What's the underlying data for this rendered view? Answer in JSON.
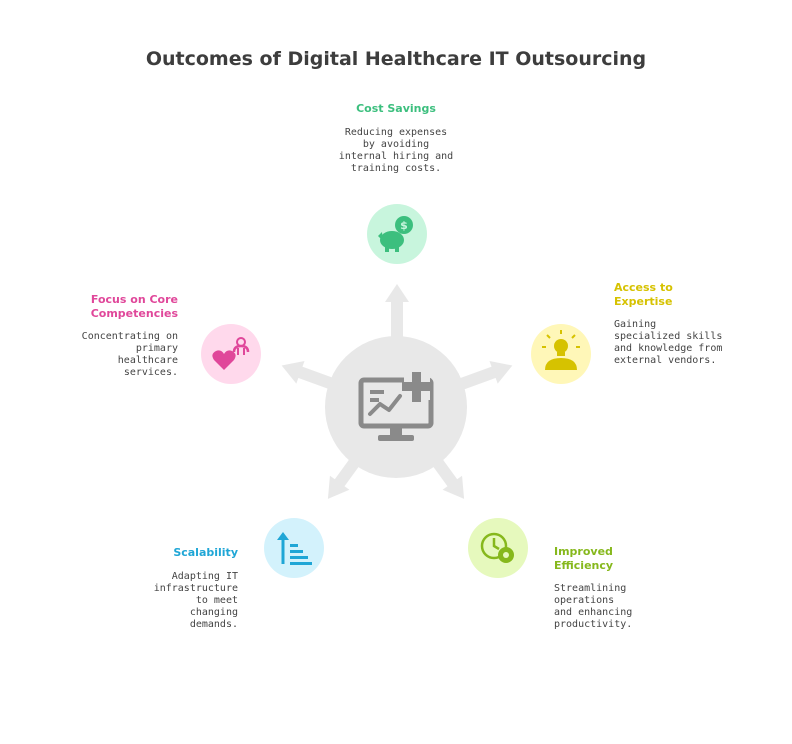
{
  "title": "Outcomes of Digital Healthcare IT Outsourcing",
  "center": {
    "icon": "monitor-medical-chart-icon"
  },
  "outcomes": [
    {
      "label": "Cost Savings",
      "description": "Reducing expenses by avoiding internal hiring and training costs.",
      "icon": "piggy-bank-dollar-icon",
      "color": "#3cbf7e",
      "bg": "#c8f5dd"
    },
    {
      "label": "Access to Expertise",
      "description": "Gaining specialized skills and knowledge from external vendors.",
      "icon": "lightbulb-person-icon",
      "color": "#d6c200",
      "bg": "#fff7b8"
    },
    {
      "label": "Improved Efficiency",
      "description": "Streamlining operations and enhancing productivity.",
      "icon": "clock-gear-icon",
      "color": "#86b81c",
      "bg": "#e6f9bd"
    },
    {
      "label": "Scalability",
      "description": "Adapting IT infrastructure to meet changing demands.",
      "icon": "scale-up-bars-icon",
      "color": "#1fa6d6",
      "bg": "#d3f2fc"
    },
    {
      "label": "Focus on Core Competencies",
      "description": "Concentrating on primary healthcare services.",
      "icon": "heart-hands-icon",
      "color": "#e0479a",
      "bg": "#ffd9ec"
    }
  ]
}
